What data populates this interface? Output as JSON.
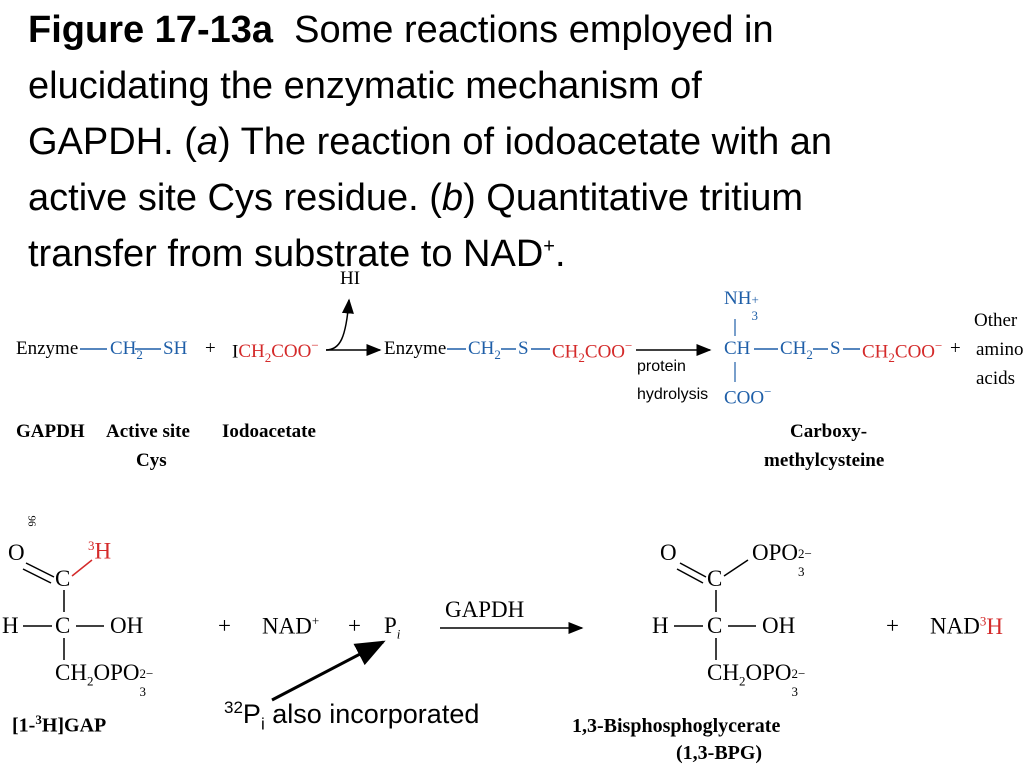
{
  "title": {
    "fig": "Figure 17-13a",
    "line1_rest": "Some reactions employed in",
    "line2": "elucidating the enzymatic mechanism of",
    "line3_pre": "GAPDH. (",
    "line3_a": "a",
    "line3_post": ") The reaction of iodoacetate with an",
    "line4_pre": "active site Cys residue. (",
    "line4_b": "b",
    "line4_post": ") Quantitative tritium",
    "line5_pre": "transfer from substrate to NAD",
    "line5_sup": "+",
    "line5_post": "."
  },
  "reaction_a": {
    "hi": "HI",
    "enzyme1": "Enzyme",
    "ch2_1": "CH",
    "sh": "SH",
    "plus1": "+",
    "i": "I",
    "ich2coo": "CH",
    "coo1": "COO",
    "enzyme2": "Enzyme",
    "ch2_2": "CH",
    "s1": "S",
    "ch2coo2": "CH",
    "coo2": "COO",
    "protein": "protein",
    "hydrolysis": "hydrolysis",
    "nh3": "NH",
    "ch": "CH",
    "ch2_3": "CH",
    "s2": "S",
    "ch2coo3": "CH",
    "coo3": "COO",
    "coo_bottom": "COO",
    "plus2": "+",
    "other": "Other",
    "amino": "amino",
    "acids": "acids",
    "label_gapdh": "GAPDH",
    "label_active1": "Active site",
    "label_active2": "Cys",
    "label_iodo": "Iodoacetate",
    "label_carboxy1": "Carboxy-",
    "label_carboxy2": "methylcysteine"
  },
  "reaction_b": {
    "small_mark": "96",
    "o1": "O",
    "h3": "H",
    "c_top": "C",
    "h_left": "H",
    "c_mid": "C",
    "oh1": "OH",
    "ch2opo3_1": "CH",
    "plus_a": "+",
    "nad": "NAD",
    "plus_b": "+",
    "pi": "P",
    "gapdh": "GAPDH",
    "o2": "O",
    "opo3": "OPO",
    "c_top2": "C",
    "h_left2": "H",
    "c_mid2": "C",
    "oh2": "OH",
    "ch2opo3_2": "CH",
    "plus_c": "+",
    "nad_h": "NAD",
    "label_gap": "[1-",
    "label_gap2": "H]GAP",
    "label_bpg1": "1,3-Bisphosphoglycerate",
    "label_bpg2": "(1,3-BPG)",
    "note_sup": "32",
    "note_p": "P",
    "note_sub": "i",
    "note_text": " also incorporated"
  }
}
